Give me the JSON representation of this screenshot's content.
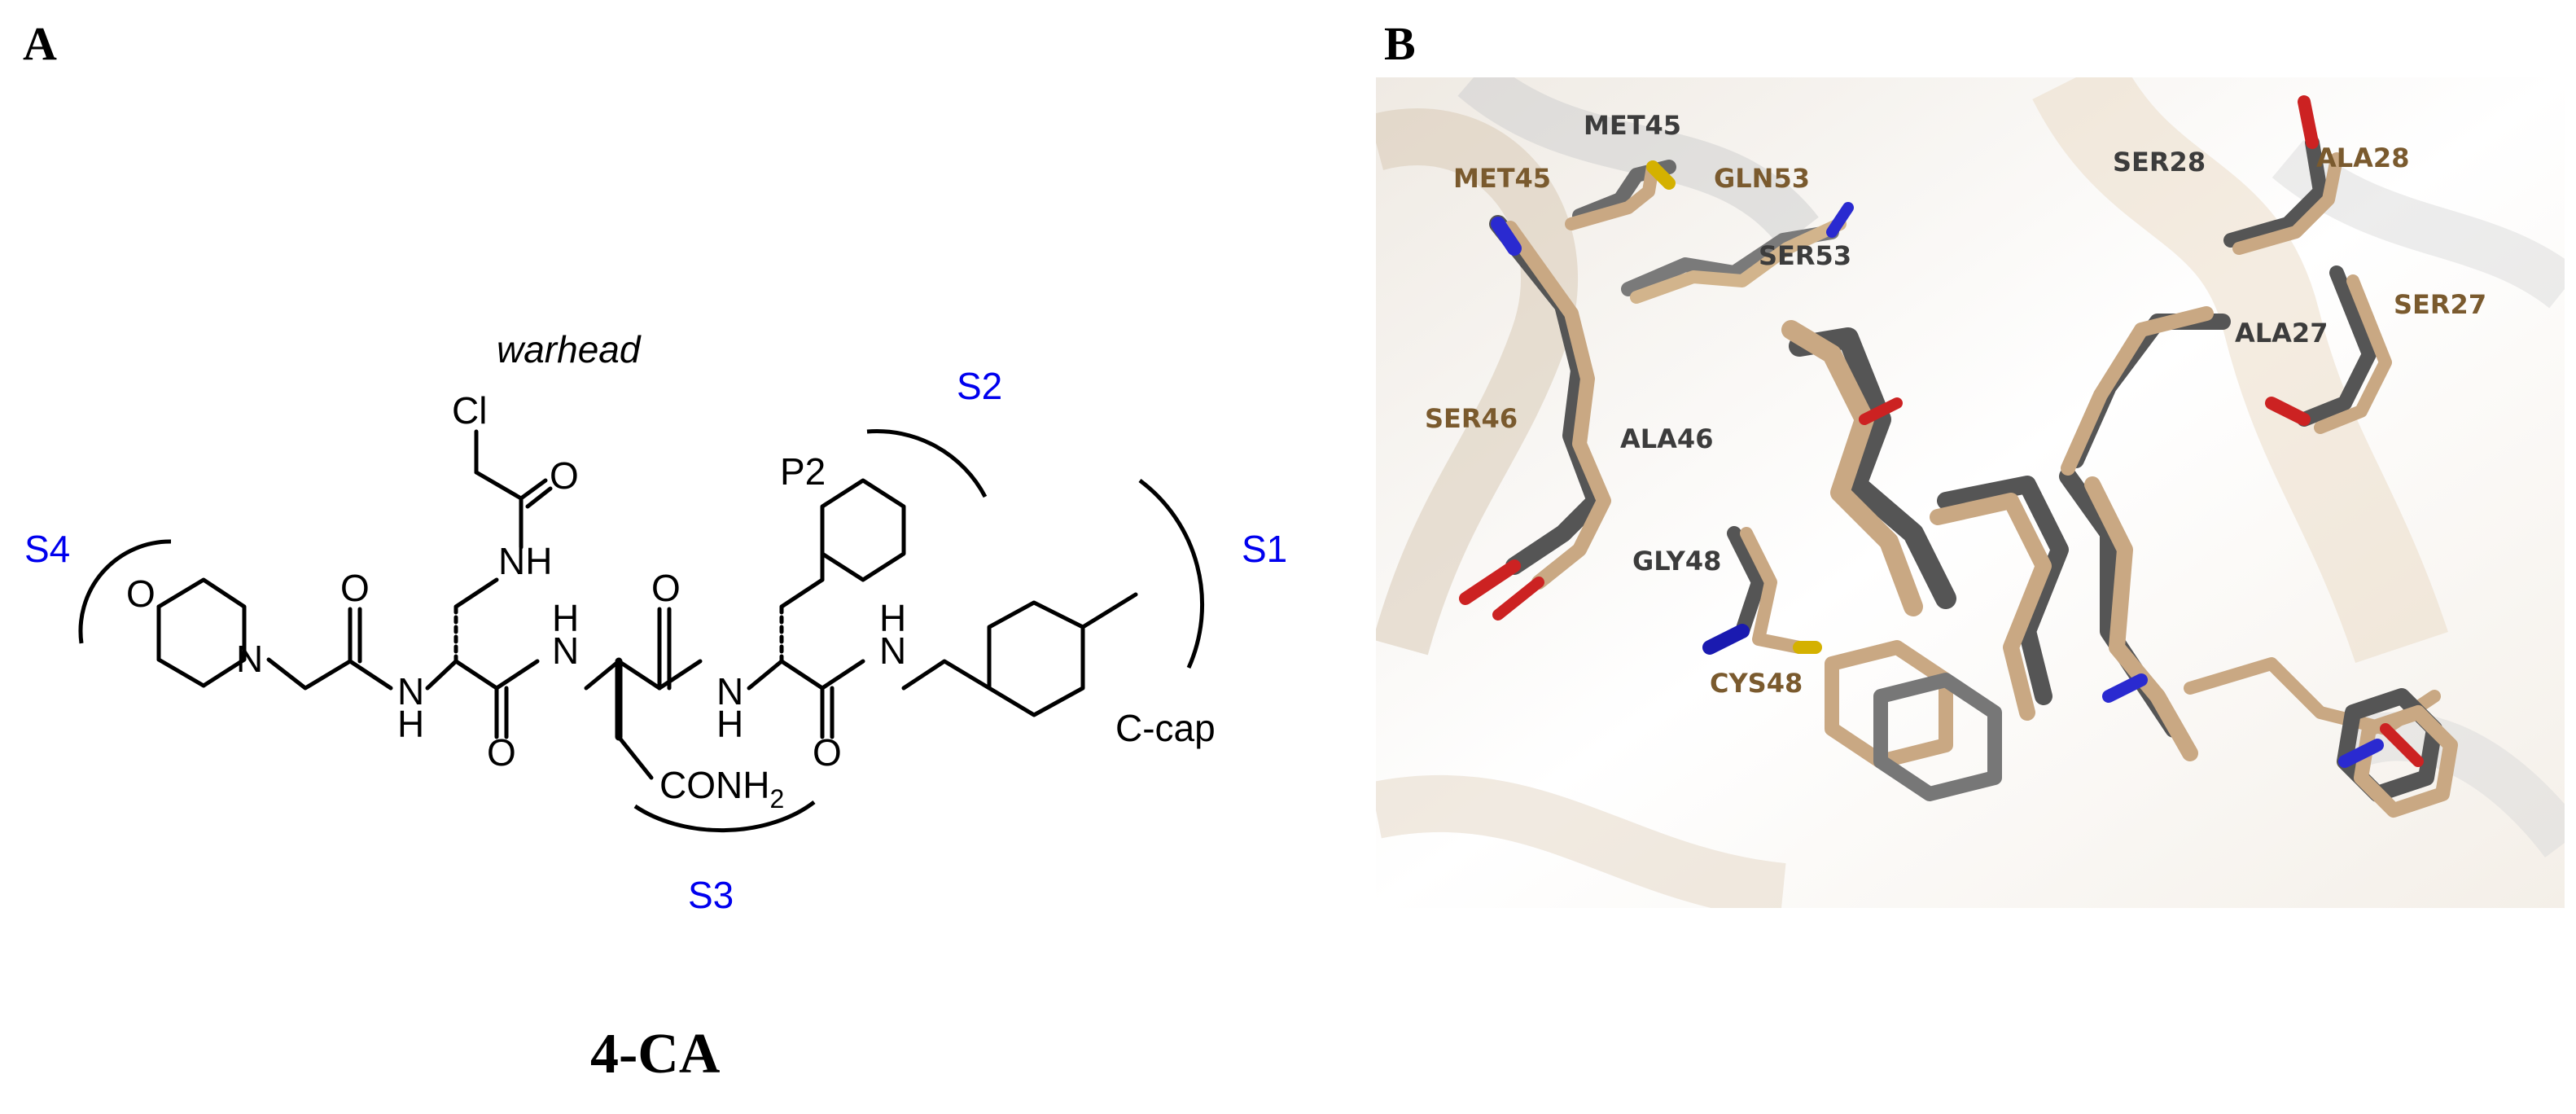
{
  "panels": {
    "a_letter": "A",
    "b_letter": "B"
  },
  "structure": {
    "warhead_label": "warhead",
    "chlorine": "Cl",
    "oxygen": "O",
    "nitrogen": "N",
    "nh": "NH",
    "h": "H",
    "p2_label": "P2",
    "cap_label": "C-cap",
    "conh2_label": "CONH",
    "conh2_subscript": "2",
    "subsites": [
      "S1",
      "S2",
      "S3",
      "S4"
    ],
    "compound_name": "4-CA"
  },
  "residues": {
    "dark_color": "#3c3c3c",
    "tan_color": "#7a5a2e",
    "dark_labels": [
      "MET45",
      "SER53",
      "ALA46",
      "GLY48",
      "SER28",
      "ALA27"
    ],
    "tan_labels": [
      "MET45",
      "GLN53",
      "SER46",
      "CYS48",
      "ALA28",
      "SER27"
    ]
  }
}
